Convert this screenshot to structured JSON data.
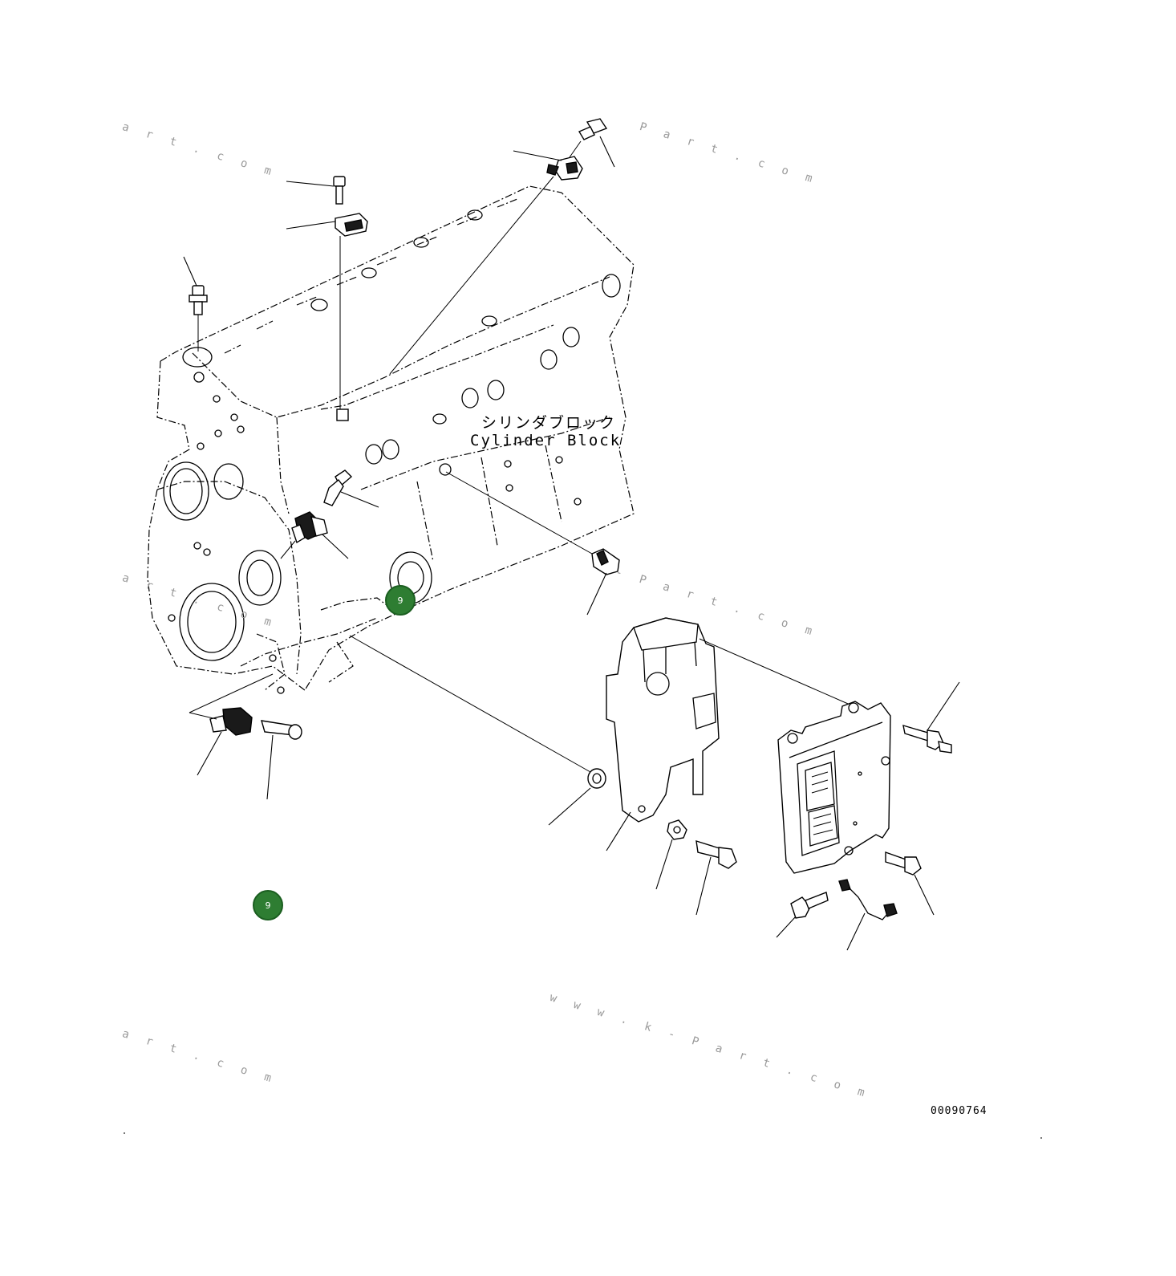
{
  "diagram": {
    "label_jp": "シリンダブロック",
    "label_en": "Cylinder Block",
    "drawing_number": "00090764"
  },
  "watermarks": [
    "a r t . c o m",
    "P a r t . c o m",
    "a r t . c o m",
    "- P a r t . c o m",
    "w w w . k - P a r t . c o m",
    "a r t . c o m"
  ],
  "callouts": [
    {
      "label": "9",
      "color": "#2e7d32"
    },
    {
      "label": "9",
      "color": "#2e7d32"
    }
  ]
}
